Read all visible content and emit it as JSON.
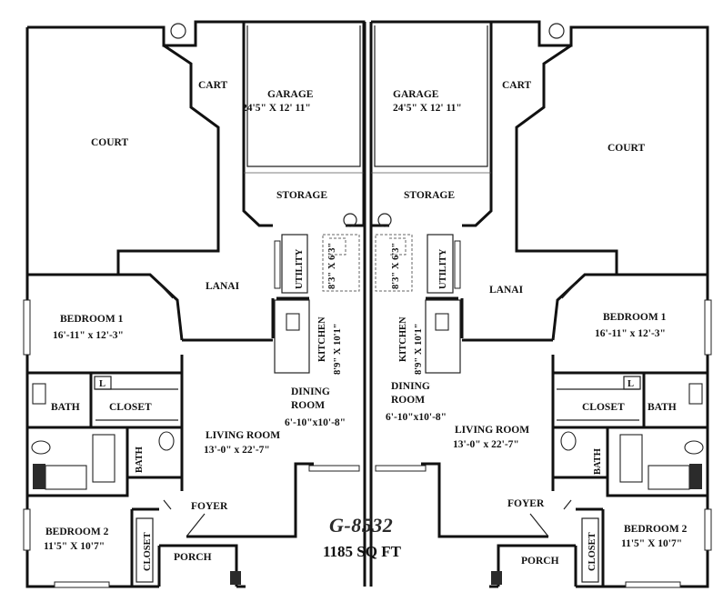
{
  "plan": {
    "code": "G-8532",
    "area": "1185 SQ FT"
  },
  "left_unit": {
    "court": "COURT",
    "cart": "CART",
    "garage": "GARAGE",
    "garage_dim": "24'5\" X 12' 11\"",
    "storage": "STORAGE",
    "utility": "UTILITY",
    "pantry_dim": "8'3\" X 6'3\"",
    "lanai": "LANAI",
    "bedroom1": "BEDROOM 1",
    "bedroom1_dim": "16'-11\" x 12'-3\"",
    "kitchen": "KITCHEN",
    "kitchen_dim": "8'9\" X 10'1\"",
    "dining": "DINING",
    "dining2": "ROOM",
    "dining_dim": "6'-10\"x10'-8\"",
    "bath": "BATH",
    "closet": "CLOSET",
    "linen": "L",
    "living": "LIVING ROOM",
    "living_dim": "13'-0\" x 22'-7\"",
    "bath2": "BATH",
    "foyer": "FOYER",
    "bedroom2": "BEDROOM 2",
    "bedroom2_dim": "11'5\" X 10'7\"",
    "closet2": "CLOSET",
    "porch": "PORCH"
  },
  "right_unit": {
    "court": "COURT",
    "cart": "CART",
    "garage": "GARAGE",
    "garage_dim": "24'5\" X 12' 11\"",
    "storage": "STORAGE",
    "utility": "UTILITY",
    "pantry_dim": "8'3\" X 6'3\"",
    "lanai": "LANAI",
    "bedroom1": "BEDROOM 1",
    "bedroom1_dim": "16'-11\" x 12'-3\"",
    "kitchen": "KITCHEN",
    "kitchen_dim": "8'9\" X 10'1\"",
    "dining": "DINING",
    "dining2": "ROOM",
    "dining_dim": "6'-10\"x10'-8\"",
    "bath": "BATH",
    "closet": "CLOSET",
    "linen": "L",
    "living": "LIVING ROOM",
    "living_dim": "13'-0\" x 22'-7\"",
    "bath2": "BATH",
    "foyer": "FOYER",
    "bedroom2": "BEDROOM 2",
    "bedroom2_dim": "11'5\" X 10'7\"",
    "closet2": "CLOSET",
    "porch": "PORCH"
  }
}
